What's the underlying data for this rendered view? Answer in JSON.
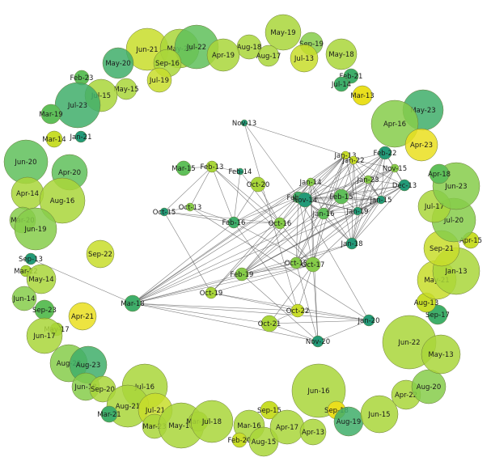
{
  "graph": {
    "colors": {
      "edge": "#5a5a5a",
      "node_stroke": "#6b7a3a",
      "label": "#1a1a1a",
      "palette": [
        "#c8dd2a",
        "#a9d63a",
        "#86cc4a",
        "#5fbf5a",
        "#3fae6a",
        "#239a78",
        "#eadf1e"
      ]
    },
    "nodes": [
      {
        "label": "May-19",
        "c": 1
      },
      {
        "label": "Sep-19",
        "c": 2
      },
      {
        "label": "May-18",
        "c": 1
      },
      {
        "label": "Aug-18",
        "c": 1
      },
      {
        "label": "Aug-17",
        "c": 1
      },
      {
        "label": "Jul-13",
        "c": 0
      },
      {
        "label": "Jun-21",
        "c": 0
      },
      {
        "label": "May-22",
        "c": 1
      },
      {
        "label": "Jul-22",
        "c": 3
      },
      {
        "label": "Apr-19",
        "c": 1
      },
      {
        "label": "Sep-16",
        "c": 1
      },
      {
        "label": "May-20",
        "c": 4
      },
      {
        "label": "Jul-19",
        "c": 0
      },
      {
        "label": "May-15",
        "c": 1
      },
      {
        "label": "Feb-23",
        "c": 3
      },
      {
        "label": "Jul-15",
        "c": 1
      },
      {
        "label": "Jul-23",
        "c": 4
      },
      {
        "label": "Mar-19",
        "c": 3
      },
      {
        "label": "Jan-21",
        "c": 5
      },
      {
        "label": "Mar-14",
        "c": 0
      },
      {
        "label": "Feb-21",
        "c": 4
      },
      {
        "label": "Jul-14",
        "c": 4
      },
      {
        "label": "Mar-13",
        "c": 6
      },
      {
        "label": "May-23",
        "c": 4
      },
      {
        "label": "Apr-16",
        "c": 2
      },
      {
        "label": "Apr-23",
        "c": 6
      },
      {
        "label": "Jun-20",
        "c": 3
      },
      {
        "label": "Apr-20",
        "c": 3
      },
      {
        "label": "Apr-14",
        "c": 1
      },
      {
        "label": "Aug-16",
        "c": 1
      },
      {
        "label": "Mar-20",
        "c": 2
      },
      {
        "label": "Jun-19",
        "c": 2
      },
      {
        "label": "Sep-22",
        "c": 0
      },
      {
        "label": "Sep-13",
        "c": 5
      },
      {
        "label": "Mar-22",
        "c": 1
      },
      {
        "label": "May-14",
        "c": 1
      },
      {
        "label": "Jun-14",
        "c": 2
      },
      {
        "label": "Sep-23",
        "c": 3
      },
      {
        "label": "Apr-21",
        "c": 6
      },
      {
        "label": "May-17",
        "c": 1
      },
      {
        "label": "Jun-17",
        "c": 1
      },
      {
        "label": "Aug-22",
        "c": 2
      },
      {
        "label": "Aug-23",
        "c": 4
      },
      {
        "label": "Jun-18",
        "c": 2
      },
      {
        "label": "Sep-20",
        "c": 1
      },
      {
        "label": "Jul-16",
        "c": 1
      },
      {
        "label": "Aug-21",
        "c": 1
      },
      {
        "label": "Jul-21",
        "c": 0
      },
      {
        "label": "Mar-21",
        "c": 4
      },
      {
        "label": "Mar-23",
        "c": 1
      },
      {
        "label": "May-16",
        "c": 1
      },
      {
        "label": "Mar-17",
        "c": 1
      },
      {
        "label": "Jul-18",
        "c": 1
      },
      {
        "label": "Mar-16",
        "c": 1
      },
      {
        "label": "Sep-15",
        "c": 0
      },
      {
        "label": "Feb-20",
        "c": 0
      },
      {
        "label": "Aug-15",
        "c": 1
      },
      {
        "label": "Apr-17",
        "c": 1
      },
      {
        "label": "Apr-13",
        "c": 1
      },
      {
        "label": "Jun-16",
        "c": 1
      },
      {
        "label": "Sep-18",
        "c": 6
      },
      {
        "label": "Aug-19",
        "c": 4
      },
      {
        "label": "Jun-15",
        "c": 1
      },
      {
        "label": "Apr-22",
        "c": 1
      },
      {
        "label": "Aug-20",
        "c": 2
      },
      {
        "label": "Jun-22",
        "c": 1
      },
      {
        "label": "May-13",
        "c": 1
      },
      {
        "label": "Sep-17",
        "c": 4
      },
      {
        "label": "Aug-13",
        "c": 0
      },
      {
        "label": "May-21",
        "c": 0
      },
      {
        "label": "Jan-13",
        "c": 1
      },
      {
        "label": "Sep-21",
        "c": 0
      },
      {
        "label": "Apr-15",
        "c": 0
      },
      {
        "label": "Jul-20",
        "c": 2
      },
      {
        "label": "Jul-17",
        "c": 1
      },
      {
        "label": "Jun-23",
        "c": 2
      },
      {
        "label": "Apr-18",
        "c": 3
      },
      {
        "label": "Nov-13",
        "c": 5
      },
      {
        "label": "Mar-15",
        "c": 3
      },
      {
        "label": "Feb-13",
        "c": 1
      },
      {
        "label": "Feb-14",
        "c": 5
      },
      {
        "label": "Oct-20",
        "c": 1
      },
      {
        "label": "Oct-15",
        "c": 5
      },
      {
        "label": "Oct-13",
        "c": 2
      },
      {
        "label": "Feb-16",
        "c": 4
      },
      {
        "label": "Oct-16",
        "c": 2
      },
      {
        "label": "Feb-18",
        "c": 4
      },
      {
        "label": "Jan-14",
        "c": 2
      },
      {
        "label": "Jan-13",
        "c": 0
      },
      {
        "label": "Jan-22",
        "c": 0
      },
      {
        "label": "Feb-22",
        "c": 5
      },
      {
        "label": "Nov-15",
        "c": 2
      },
      {
        "label": "Jan-23",
        "c": 2
      },
      {
        "label": "Dec-13",
        "c": 5
      },
      {
        "label": "Nov-14",
        "c": 5
      },
      {
        "label": "Feb-15",
        "c": 3
      },
      {
        "label": "Jan-15",
        "c": 5
      },
      {
        "label": "Jan-16",
        "c": 3
      },
      {
        "label": "Jan-19",
        "c": 5
      },
      {
        "label": "Jan-18",
        "c": 5
      },
      {
        "label": "Feb-19",
        "c": 2
      },
      {
        "label": "Oct-18",
        "c": 2
      },
      {
        "label": "Oct-17",
        "c": 2
      },
      {
        "label": "Mar-18",
        "c": 4
      },
      {
        "label": "Oct-19",
        "c": 1
      },
      {
        "label": "Oct-22",
        "c": 0
      },
      {
        "label": "Jan-20",
        "c": 5
      },
      {
        "label": "Oct-21",
        "c": 1
      },
      {
        "label": "Nov-20",
        "c": 5
      }
    ]
  }
}
